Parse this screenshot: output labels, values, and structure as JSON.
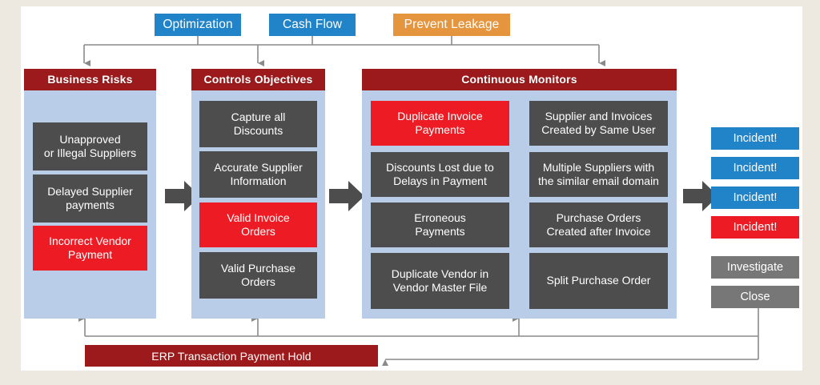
{
  "palette": {
    "frame_bg": "#ede8e0",
    "panel_bg": "#ffffff",
    "blue": "#2183c8",
    "orange": "#e6953f",
    "dark_red": "#9c1a1b",
    "red": "#ed1c24",
    "gray_item": "#4d4d4d",
    "gray_action": "#777777",
    "column_bg": "#b9cce8",
    "connector": "#8a8a8a",
    "arrow_dark": "#4d4d4d"
  },
  "drivers": [
    {
      "label": "Optimization",
      "color": "blue"
    },
    {
      "label": "Cash Flow",
      "color": "blue"
    },
    {
      "label": "Prevent Leakage",
      "color": "orange"
    }
  ],
  "columns": [
    {
      "id": "business-risks",
      "header": "Business Risks",
      "groups": [
        {
          "items": [
            {
              "label": "Unapproved\nor Illegal Suppliers",
              "state": "normal"
            },
            {
              "label": "Delayed Supplier\npayments",
              "state": "normal"
            },
            {
              "label": "Incorrect Vendor\nPayment",
              "state": "alert"
            }
          ]
        }
      ]
    },
    {
      "id": "controls-objectives",
      "header": "Controls Objectives",
      "groups": [
        {
          "items": [
            {
              "label": "Capture all\nDiscounts",
              "state": "normal"
            },
            {
              "label": "Accurate Supplier\nInformation",
              "state": "normal"
            },
            {
              "label": "Valid Invoice\nOrders",
              "state": "alert"
            },
            {
              "label": "Valid Purchase\nOrders",
              "state": "normal"
            }
          ]
        }
      ]
    },
    {
      "id": "continuous-monitors",
      "header": "Continuous Monitors",
      "groups": [
        {
          "items": [
            {
              "label": "Duplicate Invoice\nPayments",
              "state": "alert"
            },
            {
              "label": "Discounts Lost due to\nDelays in Payment",
              "state": "normal"
            },
            {
              "label": "Erroneous\nPayments",
              "state": "normal"
            },
            {
              "label": "Duplicate Vendor in\nVendor Master File",
              "state": "normal"
            }
          ]
        },
        {
          "items": [
            {
              "label": "Supplier and Invoices\nCreated by Same User",
              "state": "normal"
            },
            {
              "label": "Multiple Suppliers with\nthe similar email domain",
              "state": "normal"
            },
            {
              "label": "Purchase Orders\nCreated after Invoice",
              "state": "normal"
            },
            {
              "label": "Split Purchase Order",
              "state": "normal"
            }
          ]
        }
      ]
    }
  ],
  "outcomes": {
    "incidents": [
      {
        "label": "Incident!",
        "state": "normal"
      },
      {
        "label": "Incident!",
        "state": "normal"
      },
      {
        "label": "Incident!",
        "state": "normal"
      },
      {
        "label": "Incident!",
        "state": "alert"
      }
    ],
    "actions": [
      {
        "label": "Investigate"
      },
      {
        "label": "Close"
      }
    ]
  },
  "feedback": {
    "label": "ERP Transaction Payment Hold"
  }
}
